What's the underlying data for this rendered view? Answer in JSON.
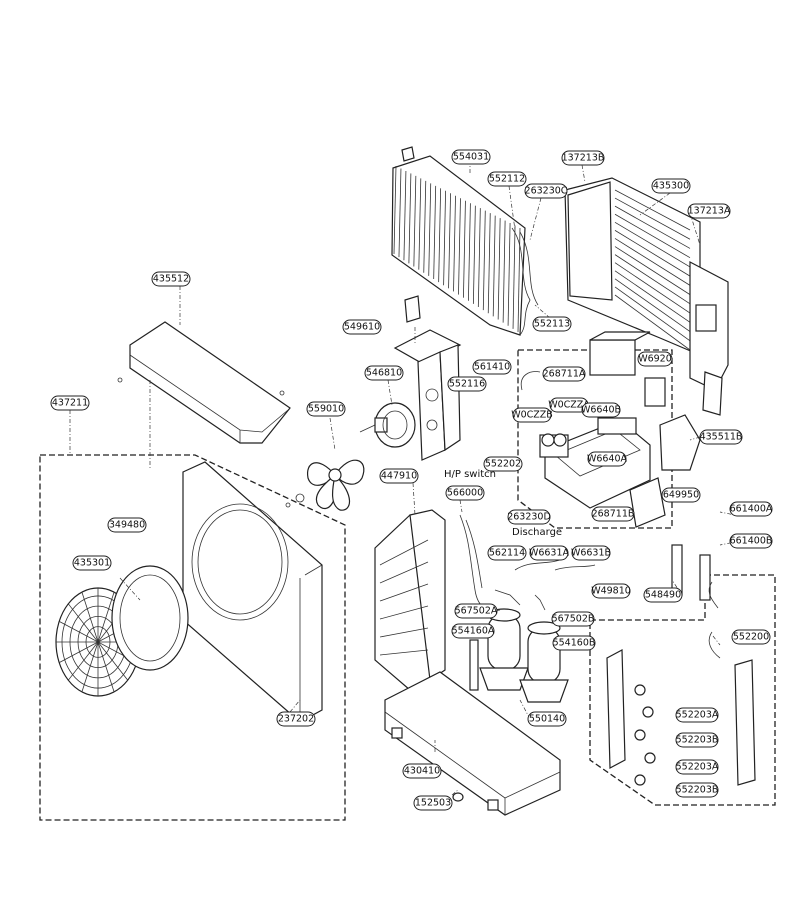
{
  "labels": {
    "p554031": "554031",
    "p137213b": "137213B",
    "p552112": "552112",
    "p263230c": "263230C",
    "p435300": "435300",
    "p137213a": "137213A",
    "p435512": "435512",
    "p552113": "552113",
    "p549610": "549610",
    "p561410": "561410",
    "p268711a": "268711A",
    "pw6920": "W6920",
    "p546810": "546810",
    "p552116": "552116",
    "p437211": "437211",
    "p559010": "559010",
    "pw0czzb": "W0CZZB",
    "pw0czza": "W0CZZA",
    "pw6640b": "W6640B",
    "p435511b": "435511B",
    "p552202": "552202",
    "pw6640a": "W6640A",
    "p447910": "447910",
    "p566000": "566000",
    "p649950": "649950",
    "p661400a": "661400A",
    "p349480": "349480",
    "p263230d": "263230D",
    "p268711b": "268711B",
    "p661400b": "661400B",
    "p562114": "562114",
    "pw6631a": "W6631A",
    "pw6631b": "W6631B",
    "p435301": "435301",
    "pw49810": "W49810",
    "p548490": "548490",
    "p567502a": "567502A",
    "p567502b": "567502B",
    "p554160a": "554160A",
    "p554160b": "554160B",
    "p552200": "552200",
    "p237202": "237202",
    "p550140": "550140",
    "p552203a1": "552203A",
    "p552203b1": "552203B",
    "p430410": "430410",
    "p552203a2": "552203A",
    "p552203b2": "552203B",
    "p152503": "152503"
  },
  "notes": {
    "hp_switch": "H/P switch",
    "discharge": "Discharge"
  }
}
